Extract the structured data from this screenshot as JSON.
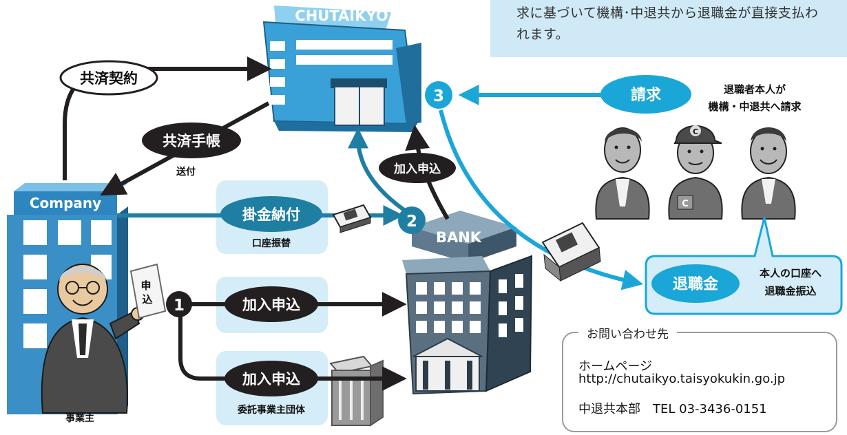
{
  "notice": {
    "text": "求に基づいて機構･中退共から退職金が直接支払われます。"
  },
  "buildings": {
    "chutaikyo": "CHUTAIKYO",
    "company": "Company",
    "bank": "BANK"
  },
  "labels": {
    "kyosai_keiyaku": "共済契約",
    "kyosai_techo": "共済手帳",
    "sofu": "送付",
    "kakekin_nofu": "掛金納付",
    "koza_furikae": "口座振替",
    "kanyu_moushikomi_bank": "加入申込",
    "kanyu_moushikomi_1": "加入申込",
    "kanyu_moushikomi_2": "加入申込",
    "itaku_dantai": "委託事業主団体",
    "jigyonushi": "事業主",
    "seikyu": "請求",
    "seikyu_desc_1": "退職者本人が",
    "seikyu_desc_2": "機構・中退共へ請求",
    "taishokukin": "退職金",
    "furikomi_1": "本人の口座へ",
    "furikomi_2": "退職金振込",
    "paper_1": "申",
    "paper_2": "込",
    "cap_letter": "C",
    "uniform_letter": "C"
  },
  "steps": {
    "one": "1",
    "two": "2",
    "three": "3"
  },
  "contact": {
    "title": "お問い合わせ先",
    "homepage_label": "ホームページ",
    "url": "http://chutaikyo.taisyokukin.go.jp",
    "hq": "中退共本部　TEL 03-3436-0151"
  },
  "colors": {
    "dark": "#231f20",
    "teal": "#1f7fa3",
    "cyan": "#1aa7d8",
    "light_panel": "#d5edf8",
    "building_blue": "#3aa0d8",
    "bank_gray": "#5a6f80"
  }
}
